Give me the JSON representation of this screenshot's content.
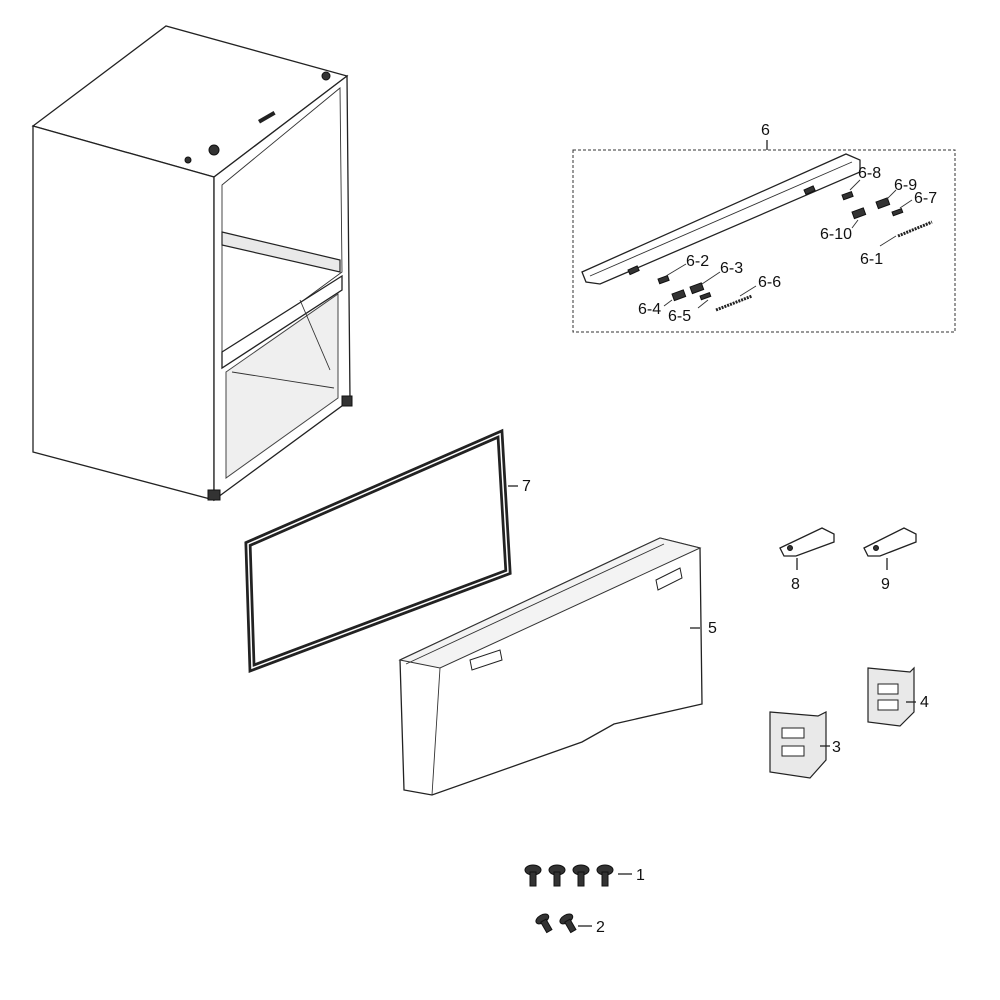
{
  "callouts": {
    "c1": "1",
    "c2": "2",
    "c3": "3",
    "c4": "4",
    "c5": "5",
    "c6": "6",
    "c6_1": "6-1",
    "c6_2": "6-2",
    "c6_3": "6-3",
    "c6_4": "6-4",
    "c6_5": "6-5",
    "c6_6": "6-6",
    "c6_7": "6-7",
    "c6_8": "6-8",
    "c6_9": "6-9",
    "c6_10": "6-10",
    "c7": "7",
    "c8": "8",
    "c9": "9"
  }
}
